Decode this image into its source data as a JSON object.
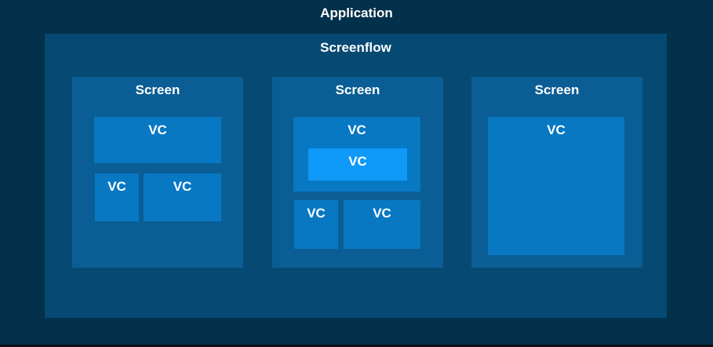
{
  "diagram": {
    "app_label": "Application",
    "screenflow_label": "Screenflow",
    "screens": [
      {
        "label": "Screen",
        "vcs": [
          {
            "label": "VC",
            "variant": "wide"
          },
          {
            "label": "VC",
            "variant": "small"
          },
          {
            "label": "VC",
            "variant": "medium"
          }
        ]
      },
      {
        "label": "Screen",
        "vcs": [
          {
            "label": "VC",
            "variant": "container",
            "child": {
              "label": "VC",
              "variant": "highlight"
            }
          },
          {
            "label": "VC",
            "variant": "small"
          },
          {
            "label": "VC",
            "variant": "medium"
          }
        ]
      },
      {
        "label": "Screen",
        "vcs": [
          {
            "label": "VC",
            "variant": "large"
          }
        ]
      }
    ],
    "colors": {
      "background": "#03304a",
      "screenflow": "#064a73",
      "screen": "#0a5e95",
      "vc": "#0878c3",
      "vc_highlight": "#0f99f8",
      "bottom_bar": "#0c1015",
      "text": "#ffffff"
    }
  }
}
